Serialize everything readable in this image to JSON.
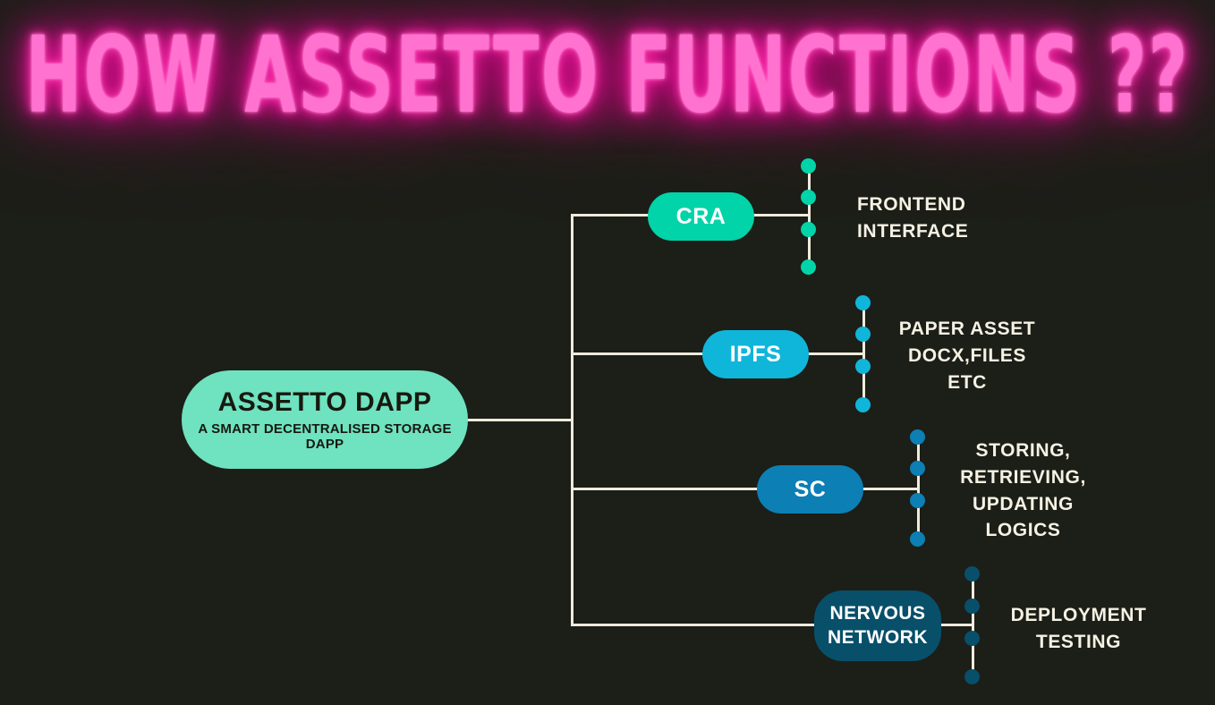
{
  "page": {
    "title": "HOW ASSETTO FUNCTIONS ??",
    "background_color": "#1c1e18",
    "title_color": "#ff72cf",
    "title_glow_color": "#ff1fa6",
    "connector_color": "#efebdc"
  },
  "diagram": {
    "type": "mind-map",
    "root": {
      "title": "ASSETTO DAPP",
      "subtitle": "A SMART DECENTRALISED STORAGE DAPP",
      "color": "#6fe2c0",
      "text_color": "#17190f"
    },
    "branches": [
      {
        "id": "cra",
        "label": "CRA",
        "color": "#00d4a8",
        "text_color": "#ffffff",
        "description": "FRONTEND\nINTERFACE",
        "description_align": "left",
        "dot_color": "#00d4a8",
        "dot_count": 4
      },
      {
        "id": "ipfs",
        "label": "IPFS",
        "color": "#10b5da",
        "text_color": "#ffffff",
        "description": "PAPER ASSET\nDOCX,FILES\nETC",
        "description_align": "center",
        "dot_color": "#10b5da",
        "dot_count": 4
      },
      {
        "id": "sc",
        "label": "SC",
        "color": "#0c7fb4",
        "text_color": "#ffffff",
        "description": "STORING,\nRETRIEVING,\nUPDATING\nLOGICS",
        "description_align": "center",
        "dot_color": "#0c7fb4",
        "dot_count": 4
      },
      {
        "id": "nervous-network",
        "label": "NERVOUS\nNETWORK",
        "color": "#084f6a",
        "text_color": "#ffffff",
        "description": "DEPLOYMENT\nTESTING",
        "description_align": "center",
        "dot_color": "#084f6a",
        "dot_count": 4
      }
    ]
  }
}
